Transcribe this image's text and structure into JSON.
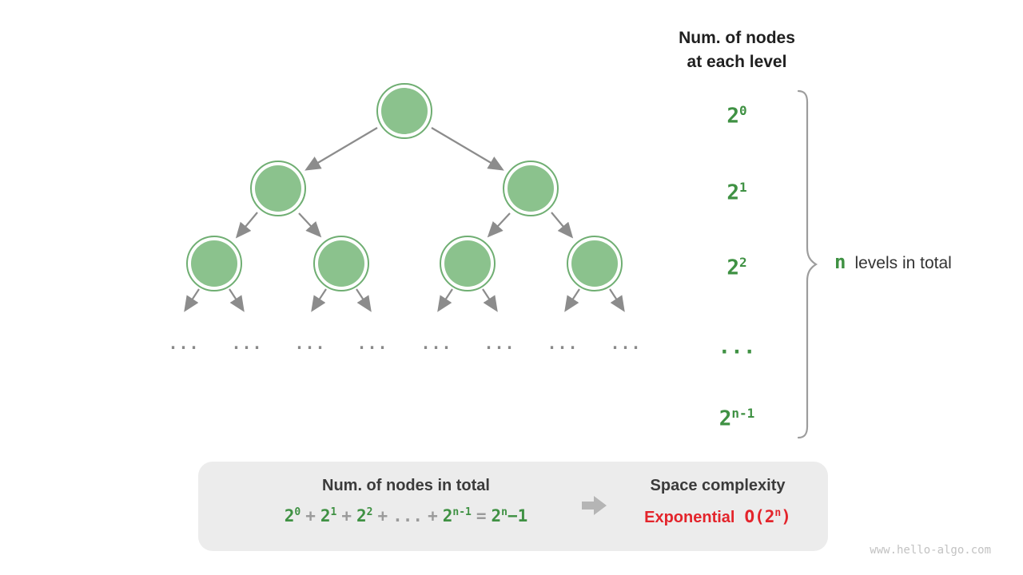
{
  "header": {
    "line1": "Num. of nodes",
    "line2": "at each level"
  },
  "level_labels": [
    {
      "base": "2",
      "sup": "0"
    },
    {
      "base": "2",
      "sup": "1"
    },
    {
      "base": "2",
      "sup": "2"
    },
    {
      "base": "...",
      "sup": ""
    },
    {
      "base": "2",
      "sup": "n-1"
    }
  ],
  "brace_note": {
    "highlight": "n",
    "text": "levels in total"
  },
  "tree": {
    "ellipsis": "..."
  },
  "summary": {
    "nodes_title": "Num. of nodes in total",
    "equation": {
      "terms": [
        {
          "base": "2",
          "sup": "0"
        },
        {
          "base": "2",
          "sup": "1"
        },
        {
          "base": "2",
          "sup": "2"
        }
      ],
      "plus": "+",
      "dots": "...",
      "last_term": {
        "base": "2",
        "sup": "n-1"
      },
      "equals": "=",
      "result": {
        "base": "2",
        "sup": "n",
        "suffix": "−1"
      }
    },
    "space_title": "Space complexity",
    "complexity_word": "Exponential",
    "complexity_formula": {
      "prefix": "O(2",
      "sup": "n",
      "suffix": ")"
    }
  },
  "watermark": "www.hello-algo.com",
  "colors": {
    "green": "#3f9143",
    "red": "#e3242b",
    "node_fill": "#8bc28d",
    "node_border": "#6fae72",
    "arrow_gray": "#8c8c8c",
    "box_bg": "#ececec"
  }
}
